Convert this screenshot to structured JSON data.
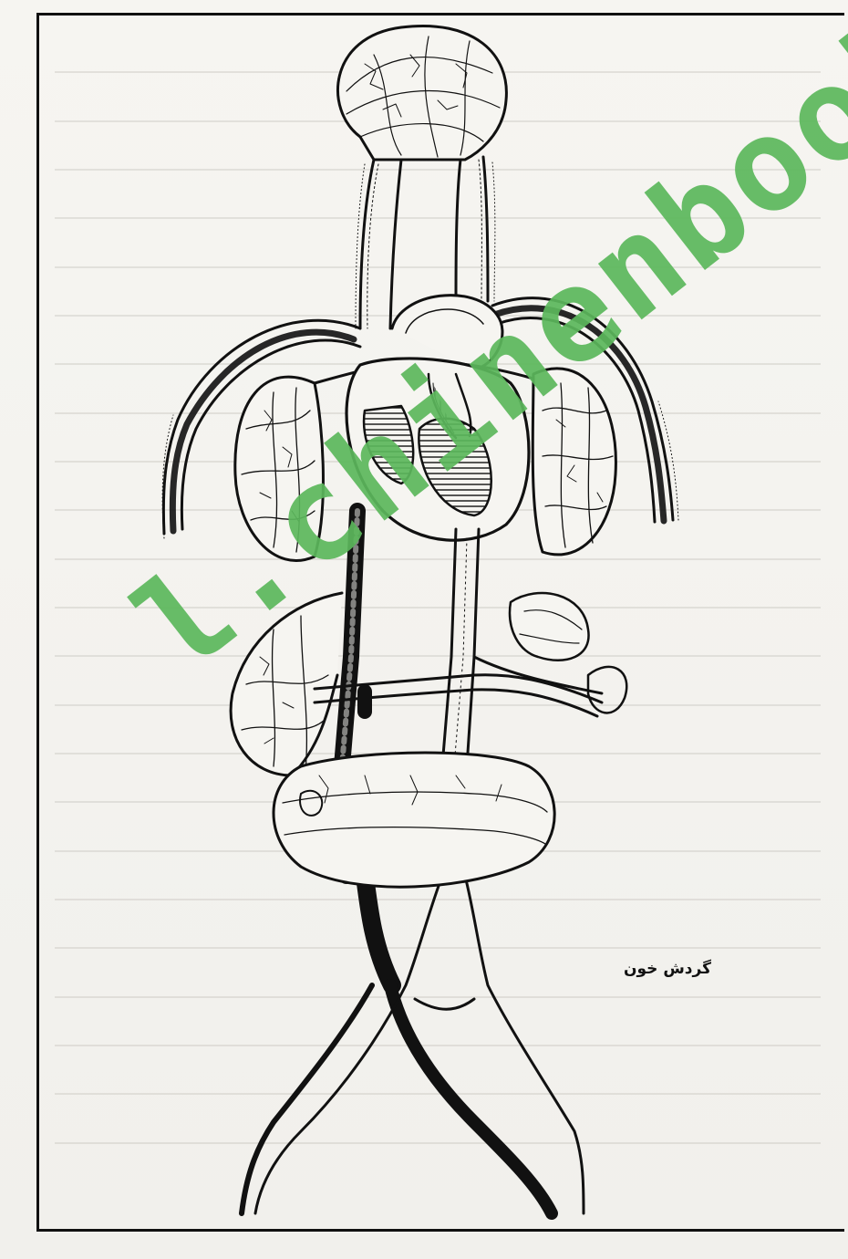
{
  "figure": {
    "caption": "گردش خون",
    "subject": "circulatory-system-illustration"
  },
  "watermark": {
    "text": "l.chinenbook",
    "color": "#5cb85c"
  },
  "colors": {
    "ink": "#111111",
    "paper": "#f3f2ee",
    "bleed_text": "#c9c7c2"
  }
}
